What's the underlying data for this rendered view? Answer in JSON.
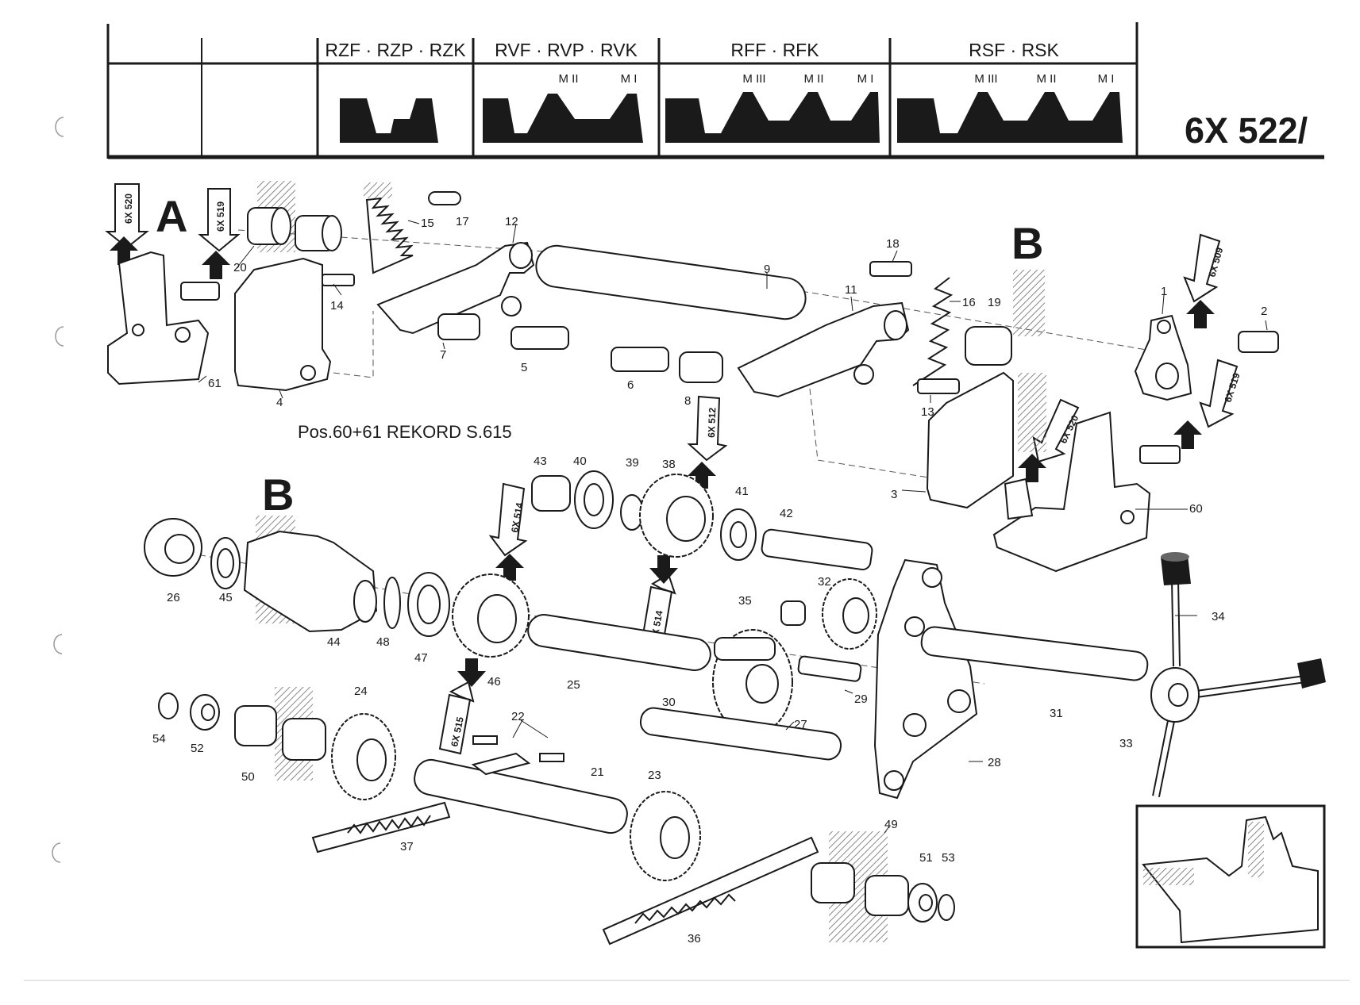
{
  "header": {
    "part_number": "6X 522/",
    "columns": [
      {
        "label": "RZF · RZP · RZK",
        "modules": []
      },
      {
        "label": "RVF · RVP · RVK",
        "modules": [
          "M II",
          "M I"
        ]
      },
      {
        "label": "RFF · RFK",
        "modules": [
          "M III",
          "M II",
          "M I"
        ]
      },
      {
        "label": "RSF · RSK",
        "modules": [
          "M III",
          "M II",
          "M I"
        ]
      }
    ]
  },
  "views": {
    "a": "A",
    "b_upper": "B",
    "b_lower": "B"
  },
  "note": "Pos.60+61 REKORD S.615",
  "references": [
    "6X 520",
    "6X 519",
    "6X 509",
    "6X 519",
    "6X 520",
    "6X 512",
    "6X 514",
    "6X 514",
    "6X 515"
  ],
  "callouts": [
    "1",
    "2",
    "3",
    "4",
    "5",
    "6",
    "7",
    "8",
    "9",
    "11",
    "12",
    "13",
    "14",
    "15",
    "16",
    "17",
    "18",
    "19",
    "20",
    "21",
    "22",
    "23",
    "24",
    "25",
    "26",
    "27",
    "28",
    "29",
    "30",
    "31",
    "32",
    "33",
    "34",
    "35",
    "36",
    "37",
    "38",
    "39",
    "40",
    "41",
    "42",
    "43",
    "44",
    "45",
    "46",
    "47",
    "48",
    "49",
    "50",
    "51",
    "52",
    "53",
    "54",
    "60",
    "61"
  ]
}
